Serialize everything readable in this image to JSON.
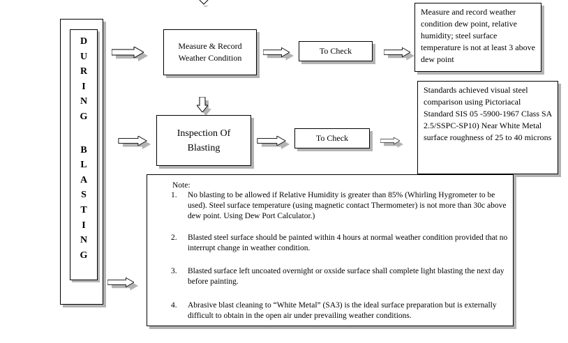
{
  "vertical_label": [
    "D",
    "U",
    "R",
    "I",
    "N",
    "G",
    "",
    "B",
    "L",
    "A",
    "S",
    "T",
    "I",
    "N",
    "G"
  ],
  "row1": {
    "measure_box": "Measure   & Record Weather Condition",
    "check": "To Check",
    "result_box": "Measure and record weather condition dew point, relative humidity; steel surface temperature is not at least 3 above dew point"
  },
  "row2": {
    "inspection_box": "Inspection Of Blasting",
    "check": "To Check",
    "result_box": "Standards achieved visual steel comparison using Pictoriacal Standard SIS 05 -5900-1967 Class SA 2.5/SSPC-SP10) Near White Metal surface roughness of 25 to 40 microns"
  },
  "note": {
    "heading": "Note:",
    "items": [
      {
        "num": "1.",
        "text": "No blasting to be allowed if Relative Humidity is greater than 85% (Whirling Hygrometer to be used). Steel surface temperature (using magnetic contact Thermometer) is not more than 30c above dew point. Using Dew Port Calculator.)"
      },
      {
        "num": "2.",
        "text": "Blasted steel surface should be painted within 4 hours at normal weather condition provided that no interrupt change in weather condition."
      },
      {
        "num": "3.",
        "text": "Blasted surface left uncoated overnight or oxside surface shall complete light blasting the next day before painting."
      },
      {
        "num": "4.",
        "text": "Abrasive blast cleaning to “White Metal” (SA3) is the ideal surface preparation but is externally difficult to obtain in the open air under prevailing weather conditions."
      }
    ]
  }
}
